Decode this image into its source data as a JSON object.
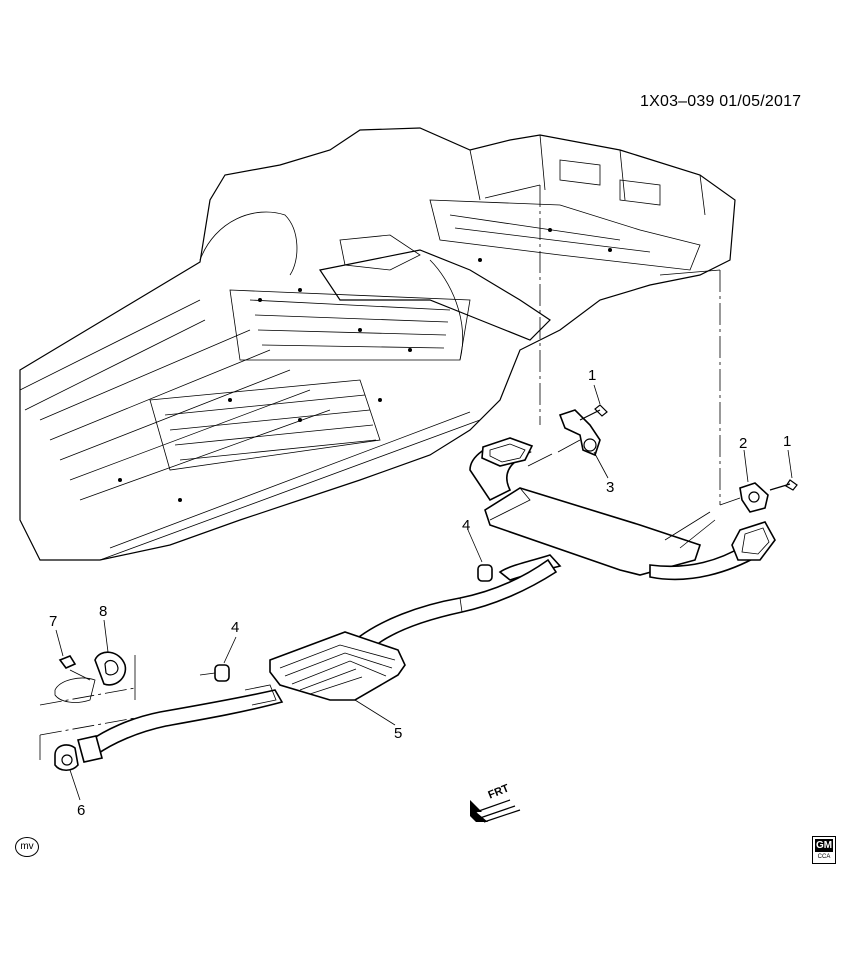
{
  "header": {
    "diagram_code": "1X03–039  01/05/2017"
  },
  "callouts": [
    {
      "id": "callout-1a",
      "label": "1"
    },
    {
      "id": "callout-1b",
      "label": "1"
    },
    {
      "id": "callout-2",
      "label": "2"
    },
    {
      "id": "callout-3",
      "label": "3"
    },
    {
      "id": "callout-4a",
      "label": "4"
    },
    {
      "id": "callout-4b",
      "label": "4"
    },
    {
      "id": "callout-5",
      "label": "5"
    },
    {
      "id": "callout-6",
      "label": "6"
    },
    {
      "id": "callout-7",
      "label": "7"
    },
    {
      "id": "callout-8",
      "label": "8"
    }
  ],
  "direction_indicator": {
    "label": "FRT"
  },
  "footer": {
    "mv_badge": "mv",
    "logo_text": "GM",
    "logo_subtext": "CCA"
  },
  "icons": {
    "logo": "gm-logo-icon",
    "direction": "front-arrow-icon"
  }
}
